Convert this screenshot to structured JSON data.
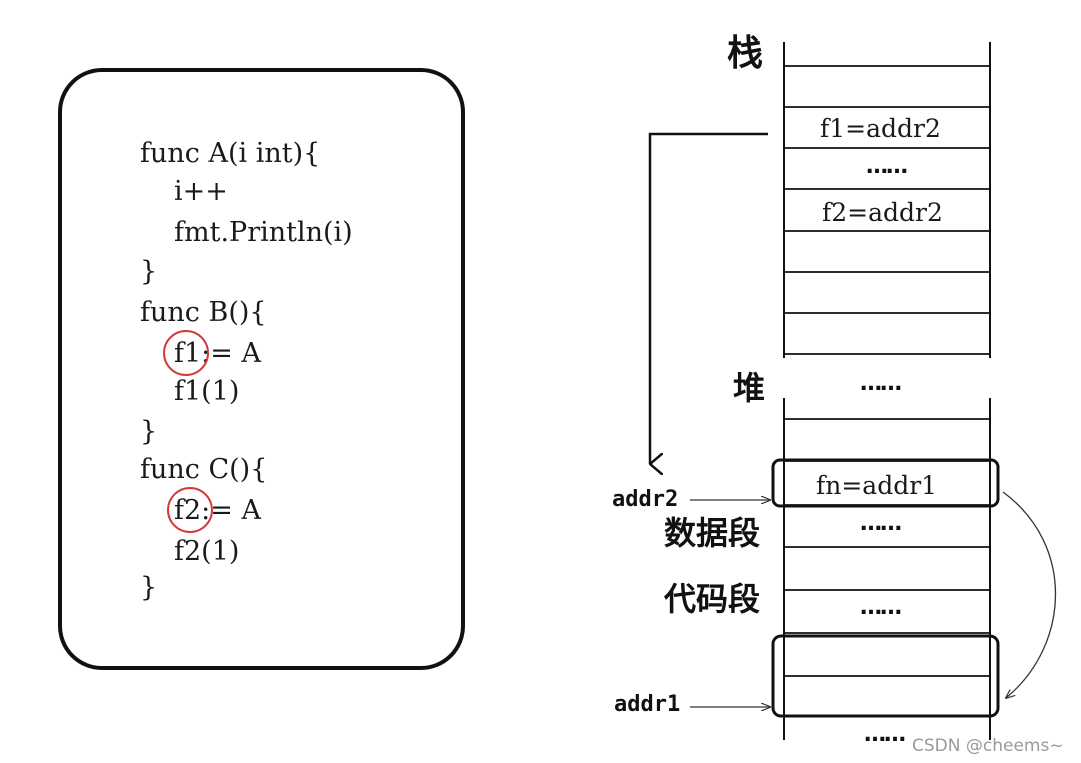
{
  "code": {
    "lines": [
      "func A(i int){",
      "i++",
      "fmt.Println(i)",
      "}",
      "func B(){",
      "f1:= A",
      "f1(1)",
      "}",
      "func C(){",
      "f2:= A",
      "f2(1)",
      "}"
    ]
  },
  "memory": {
    "labels": {
      "stack": "栈",
      "heap": "堆",
      "data_segment": "数据段",
      "code_segment": "代码段"
    },
    "cells": {
      "stack_f1": "f1=addr2",
      "stack_dots": "……",
      "stack_f2": "f2=addr2",
      "heap_dots": "……",
      "heap_fn": "fn=addr1",
      "data_dots": "……",
      "code_dots": "……",
      "bottom_dots": "……"
    },
    "addresses": {
      "addr2": "addr2",
      "addr1": "addr1"
    }
  },
  "watermark": "CSDN @cheems~"
}
